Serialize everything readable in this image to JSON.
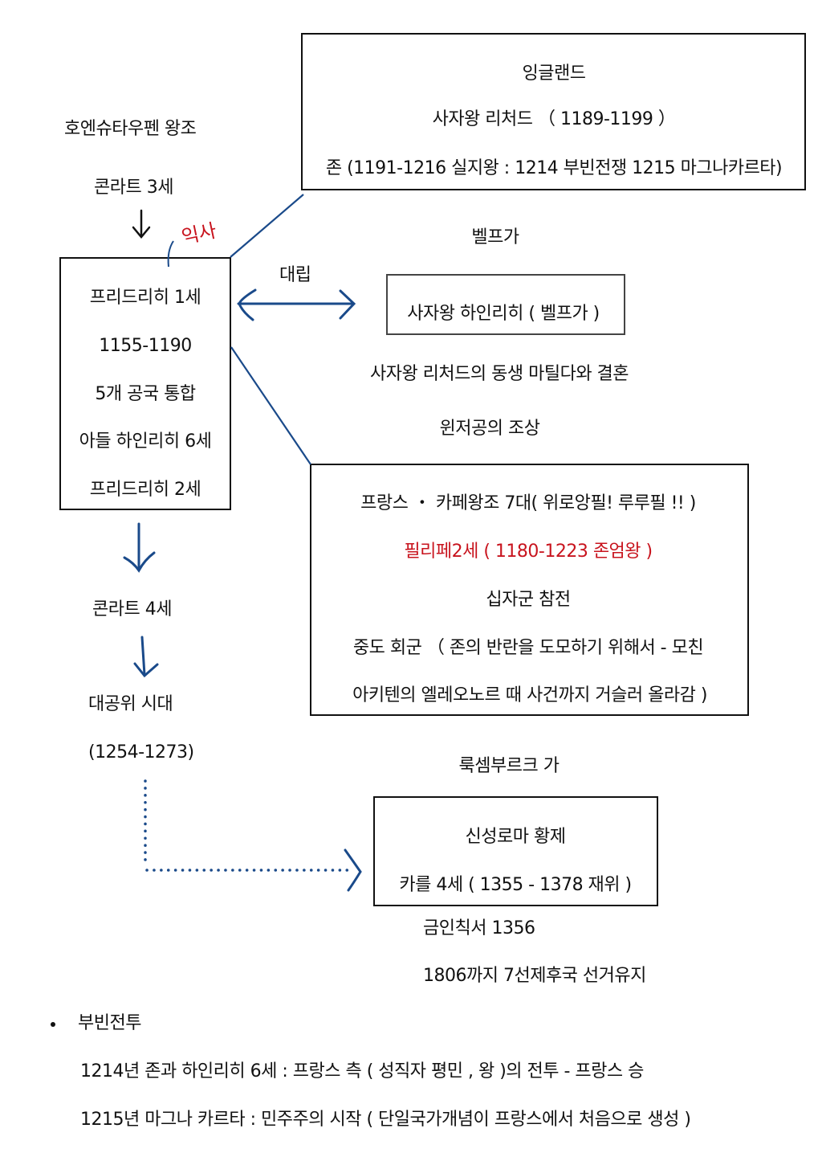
{
  "colors": {
    "text": "#111111",
    "arrow_blue": "#1a4a8a",
    "annotation_red": "#c8141e",
    "highlight_red": "#c8141e"
  },
  "hohenstaufen": {
    "dynasty_title": "호엔슈타우펜 왕조",
    "conrad3": "콘라트 3세",
    "handwritten_note": "익사",
    "friedrich_box": {
      "lines": [
        "프리드리히 1세",
        "1155-1190",
        "5개 공국 통합",
        "아들 하인리히 6세",
        "프리드리히 2세"
      ]
    },
    "conrad4": "콘라트 4세",
    "interregnum": "대공위 시대",
    "interregnum_years": "(1254-1273)"
  },
  "england_box": {
    "title": "잉글랜드",
    "line1": "사자왕 리처드 （ 1189-1199 ）",
    "line2": "존 (1191-1216 실지왕 : 1214 부빈전쟁 1215 마그나카르타)"
  },
  "welf": {
    "family_label": "벨프가",
    "conflict_label": "대립",
    "box_text": "사자왕 하인리히 ( 벨프가 )",
    "note1": "사자왕 리처드의 동생 마틸다와 결혼",
    "note2": "윈저공의 조상"
  },
  "france_box": {
    "line1": "프랑스 ・ 카페왕조 7대( 위로앙필! 루루필 !! )",
    "line2_highlight": "필리페2세 ( 1180-1223 존엄왕 )",
    "line3": "십자군 참전",
    "line4": "중도 회군 （ 존의 반란을 도모하기 위해서 - 모친",
    "line5": "아키텐의 엘레오노르 때 사건까지 거슬러 올라감 )"
  },
  "luxembourg": {
    "family_label": "룩셈부르크 가",
    "box_title": "신성로마 황제",
    "box_line": "카를 4세 ( 1355 - 1378 재위 )",
    "note1": "금인칙서  1356",
    "note2": "1806까지 7선제후국 선거유지"
  },
  "bouvines": {
    "bullet_title": "부빈전투",
    "line1": "1214년  존과 하인리히 6세 : 프랑스 측 ( 성직자 평민  , 왕 )의 전투  - 프랑스 승",
    "line2": "1215년 마그나 카르타 : 민주주의 시작 ( 단일국가개념이 프랑스에서 처음으로 생성 )"
  }
}
